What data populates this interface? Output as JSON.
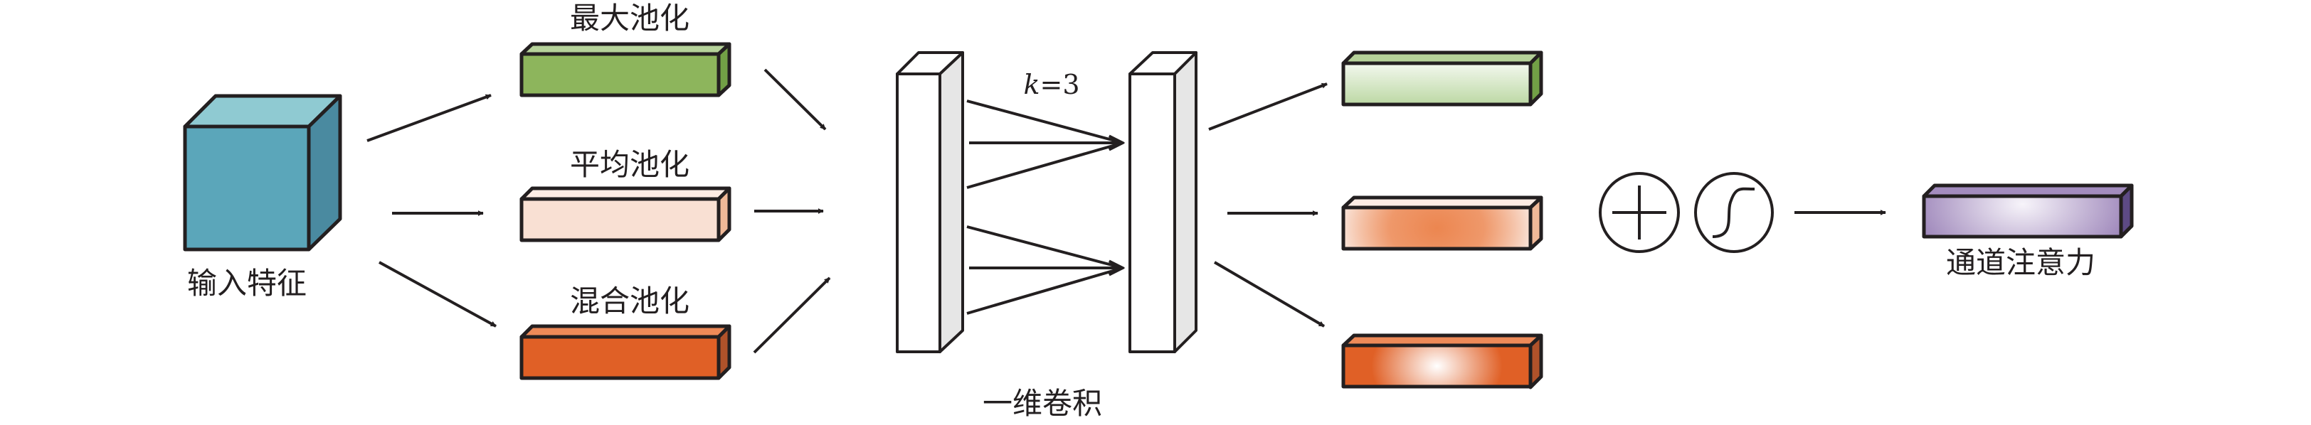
{
  "labels": {
    "input_feature": "输入特征",
    "max_pooling": "最大池化",
    "avg_pooling": "平均池化",
    "mixed_pooling": "混合池化",
    "conv1d": "一维卷积",
    "kernel_var": "k",
    "kernel_eq": "=3",
    "channel_attention": "通道注意力"
  },
  "icons": {
    "add": "plus-operator-icon",
    "sigmoid": "sigmoid-icon"
  },
  "colors": {
    "stroke": "#231f20",
    "input_front": "#5ba6ba",
    "input_top": "#8fcad2",
    "input_side": "#4a8aa0",
    "max_front": "#8db55c",
    "max_top": "#b6d29a",
    "max_side": "#72a046",
    "avg_front": "#f9e0d3",
    "avg_top": "#fdece4",
    "avg_side": "#f0b998",
    "mix_front": "#e06026",
    "mix_top": "#ee8a58",
    "mix_side": "#b0522a",
    "column_front": "#ffffff",
    "column_side": "#e6e6e6",
    "out_max_light": "#f3f8ee",
    "out_max_dark": "#bcd8a4",
    "out_avg_center": "#ec8650",
    "out_avg_edge": "#f9e0d3",
    "out_mix_center": "#ffffff",
    "out_mix_edge": "#e06026",
    "att_center": "#f7f4fa",
    "att_edge": "#9f88bb",
    "att_top": "#a38cbe",
    "att_side": "#5d4a85"
  }
}
